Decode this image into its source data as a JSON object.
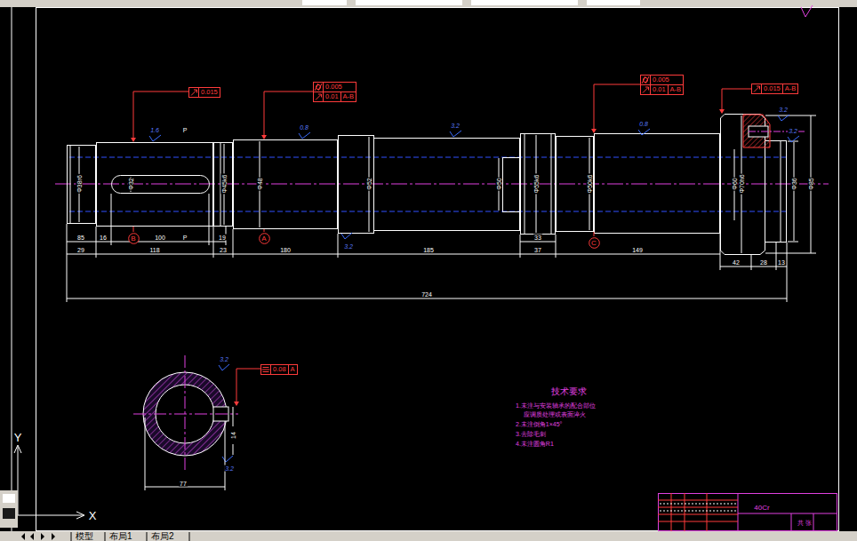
{
  "diagram": {
    "nodes": [
      {
        "text": [
          "0.015"
        ]
      },
      {
        "text": [
          "0.005",
          "0.01",
          "A-B"
        ]
      },
      {
        "text": [
          "0.005",
          "0.01",
          "A-B"
        ]
      },
      {
        "text": [
          "0.015",
          "A-B"
        ]
      },
      {
        "text": [
          "B"
        ]
      },
      {
        "text": [
          "A"
        ]
      },
      {
        "text": [
          "C"
        ]
      },
      {
        "text": [
          "0.08",
          "A"
        ]
      }
    ],
    "labels": [
      "85",
      "16",
      "100",
      "19",
      "33",
      "29",
      "118",
      "23",
      "180",
      "185",
      "37",
      "149",
      "42",
      "28",
      "13",
      "724",
      "Φ38r6",
      "Φ32",
      "Φ45k6",
      "Φ48",
      "Φ52",
      "Φ50",
      "Φ55k6",
      "Φ50k6",
      "Φ60",
      "Φ70h6",
      "Φ36",
      "Φ85",
      "1.6",
      "0.8",
      "3.2",
      "0.8",
      "3.2",
      "3.2",
      "3.2",
      "3.2",
      "3.2",
      "14",
      "77",
      "P",
      "P",
      "技术要求",
      "1.未注与安装轴承的配合部位",
      "应调质处理或表面淬火",
      "2.未注倒角1×45°",
      "3.去除毛刺",
      "4.未注圆角R1",
      "40Cr",
      "共 张",
      "模型",
      "布局1",
      "布局2",
      "Y",
      "X"
    ]
  }
}
